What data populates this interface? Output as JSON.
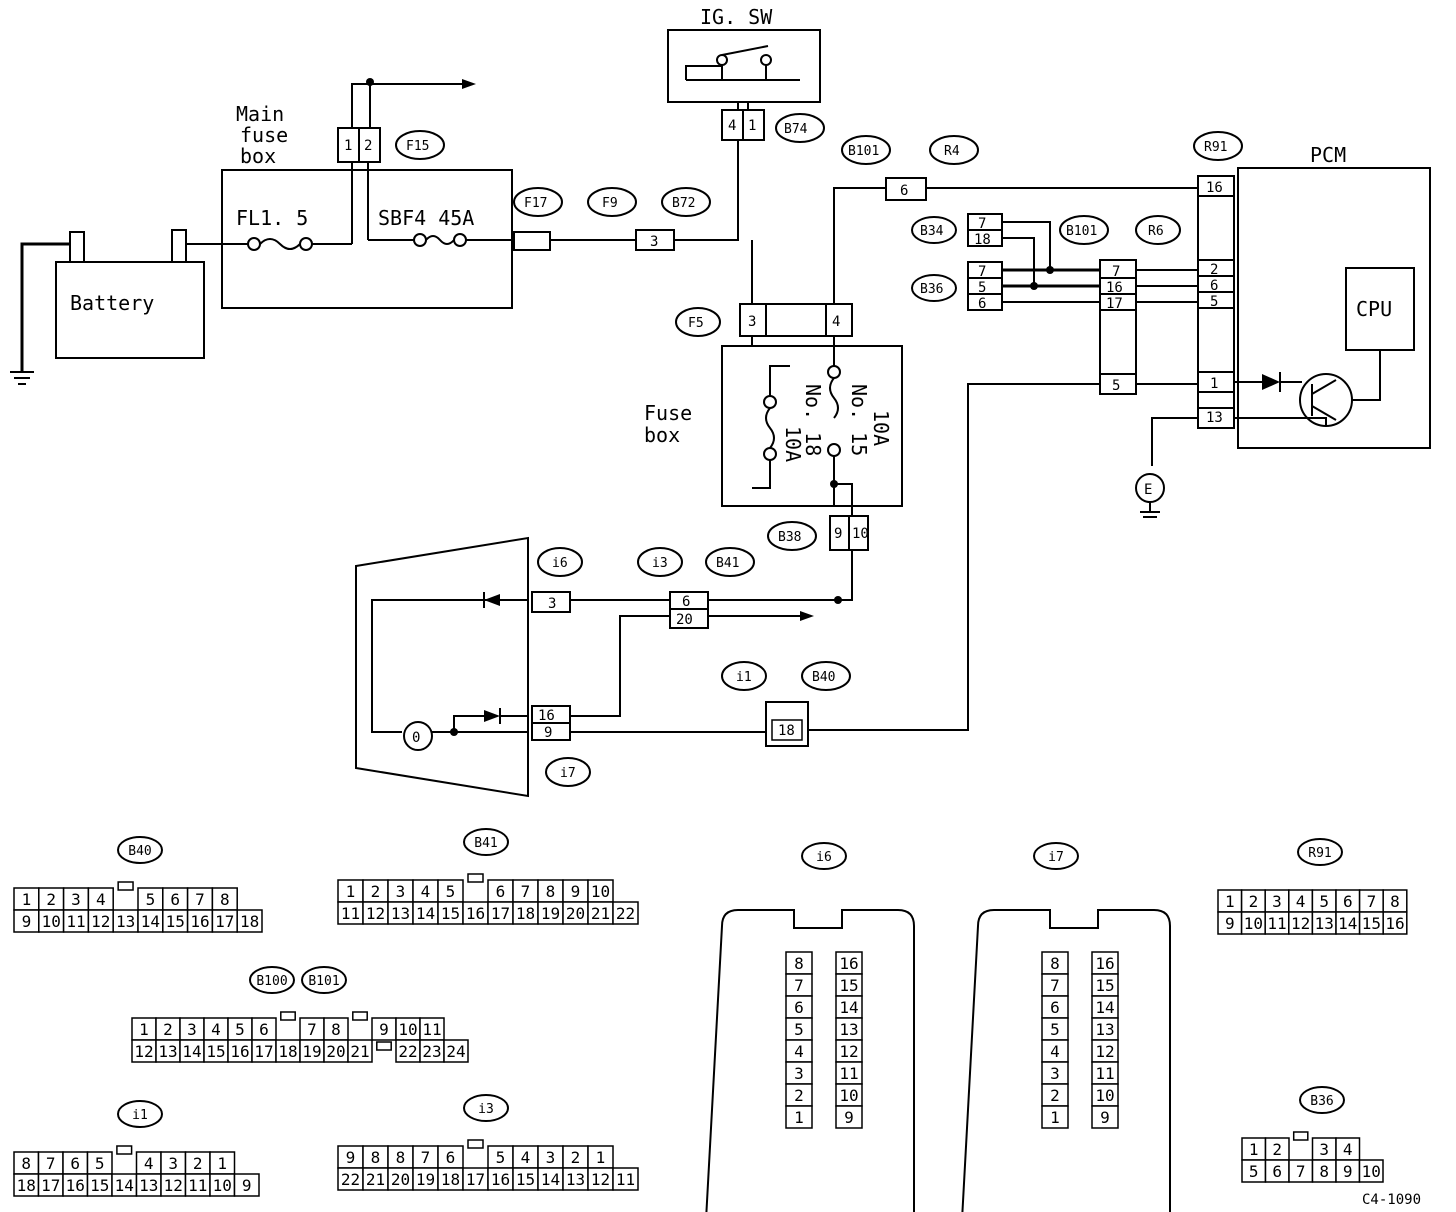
{
  "components": {
    "ig_sw": "IG. SW",
    "main_fuse_box": [
      "Main",
      "fuse",
      "box"
    ],
    "fl15": "FL1. 5",
    "sbf4": "SBF4 45A",
    "battery": "Battery",
    "fuse_box": [
      "Fuse",
      "box"
    ],
    "fuse18": [
      "No. 18",
      "10A"
    ],
    "fuse15": [
      "No. 15",
      "10A"
    ],
    "pcm": "PCM",
    "cpu": "CPU",
    "ground_e": "E"
  },
  "connector_tags": {
    "F15": "F15",
    "F17": "F17",
    "F9": "F9",
    "B72": "B72",
    "B74": "B74",
    "B101a": "B101",
    "R4": "R4",
    "R91": "R91",
    "B34": "B34",
    "B101b": "B101",
    "R6": "R6",
    "B36": "B36",
    "F5": "F5",
    "B38": "B38",
    "i6": "i6",
    "i3": "i3",
    "B41": "B41",
    "i1": "i1",
    "B40": "B40",
    "i7": "i7"
  },
  "pins": {
    "b72": "3",
    "b101_6": "6",
    "b34": [
      "7",
      "18"
    ],
    "b36": [
      "7",
      "5",
      "6"
    ],
    "r6": [
      "7",
      "16",
      "17",
      "5"
    ],
    "r91": [
      "16",
      "2",
      "6",
      "5",
      "1",
      "13"
    ],
    "f5": [
      "3",
      "4"
    ],
    "b38": [
      "9",
      "10"
    ],
    "i6": "3",
    "b41": [
      "6",
      "20"
    ],
    "i7": [
      "16",
      "9"
    ],
    "b40": "18",
    "b74": [
      "4",
      "1"
    ],
    "f15": [
      "1",
      "2"
    ]
  },
  "face_views": {
    "b40": {
      "title": "B40",
      "top": [
        "1",
        "2",
        "3",
        "4",
        "",
        "5",
        "6",
        "7",
        "8"
      ],
      "bottom": [
        "9",
        "10",
        "11",
        "12",
        "13",
        "14",
        "15",
        "16",
        "17",
        "18"
      ]
    },
    "b41": {
      "title": "B41",
      "top": [
        "1",
        "2",
        "3",
        "4",
        "5",
        "",
        "6",
        "7",
        "8",
        "9",
        "10"
      ],
      "bottom": [
        "11",
        "12",
        "13",
        "14",
        "15",
        "16",
        "17",
        "18",
        "19",
        "20",
        "21",
        "22"
      ]
    },
    "b100": {
      "title": "B100",
      "title2": "B101",
      "top": [
        "1",
        "2",
        "3",
        "4",
        "5",
        "6",
        "",
        "7",
        "8",
        "",
        "9",
        "10",
        "11"
      ],
      "bottom": [
        "12",
        "13",
        "14",
        "15",
        "16",
        "17",
        "18",
        "19",
        "20",
        "21",
        "",
        "22",
        "23",
        "24"
      ]
    },
    "i1": {
      "title": "i1",
      "top": [
        "8",
        "7",
        "6",
        "5",
        "",
        "4",
        "3",
        "2",
        "1"
      ],
      "bottom": [
        "18",
        "17",
        "16",
        "15",
        "14",
        "13",
        "12",
        "11",
        "10",
        "9"
      ]
    },
    "i3": {
      "title": "i3",
      "top": [
        "9",
        "8",
        "8",
        "7",
        "6",
        "",
        "5",
        "4",
        "3",
        "2",
        "1"
      ],
      "bottom": [
        "22",
        "21",
        "20",
        "19",
        "18",
        "17",
        "16",
        "15",
        "14",
        "13",
        "12",
        "11"
      ]
    },
    "i6": {
      "title": "i6",
      "left": [
        "8",
        "7",
        "6",
        "5",
        "4",
        "3",
        "2",
        "1"
      ],
      "right": [
        "16",
        "15",
        "14",
        "13",
        "12",
        "11",
        "10",
        "9"
      ]
    },
    "i7": {
      "title": "i7",
      "left": [
        "8",
        "7",
        "6",
        "5",
        "4",
        "3",
        "2",
        "1"
      ],
      "right": [
        "16",
        "15",
        "14",
        "13",
        "12",
        "11",
        "10",
        "9"
      ]
    },
    "r91": {
      "title": "R91",
      "top": [
        "1",
        "2",
        "3",
        "4",
        "5",
        "6",
        "7",
        "8"
      ],
      "bottom": [
        "9",
        "10",
        "11",
        "12",
        "13",
        "14",
        "15",
        "16"
      ]
    },
    "b36": {
      "title": "B36",
      "top": [
        "1",
        "2",
        "",
        "3",
        "4"
      ],
      "bottom": [
        "5",
        "6",
        "7",
        "8",
        "9",
        "10"
      ]
    }
  },
  "figure_code": "C4-1090"
}
